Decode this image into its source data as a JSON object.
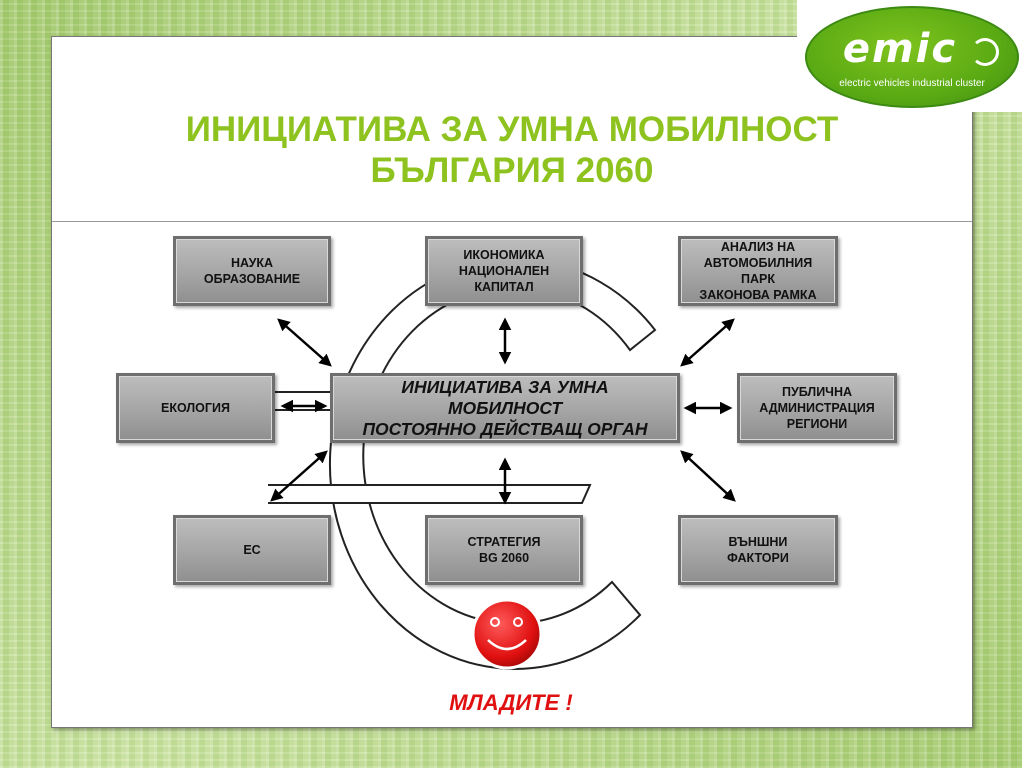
{
  "title": {
    "line1": "ИНИЦИАТИВА ЗА УМНА МОБИЛНОСТ",
    "line2": "БЪЛГАРИЯ 2060"
  },
  "logo": {
    "word": "emic",
    "subtitle": "electric vehicles industrial cluster",
    "brand_color": "#5aaa14"
  },
  "diagram": {
    "center": "ИНИЦИАТИВА ЗА УМНА\nМОБИЛНОСТ\nПОСТОЯННО ДЕЙСТВАЩ ОРГАН",
    "nodes": {
      "science": "НАУКА\nОБРАЗОВАНИЕ",
      "economy": "ИКОНОМИКА\nНАЦИОНАЛЕН\nКАПИТАЛ",
      "fleet": "АНАЛИЗ  НА\nАВТОМОБИЛНИЯ\nПАРК\nЗАКОНОВА РАМКА",
      "ecology": "ЕКОЛОГИЯ",
      "admin": "ПУБЛИЧНА\nАДМИНИСТРАЦИЯ\nРЕГИОНИ",
      "eu": "ЕС",
      "strategy": "СТРАТЕГИЯ\nBG 2060",
      "external": "ВЪНШНИ\nФАКТОРИ"
    },
    "youth_label": "МЛАДИТЕ !",
    "colors": {
      "box_fill": "#a7a7a7",
      "smiley": "#e01010",
      "youth_text": "#e01010",
      "title": "#8dc21f"
    }
  }
}
